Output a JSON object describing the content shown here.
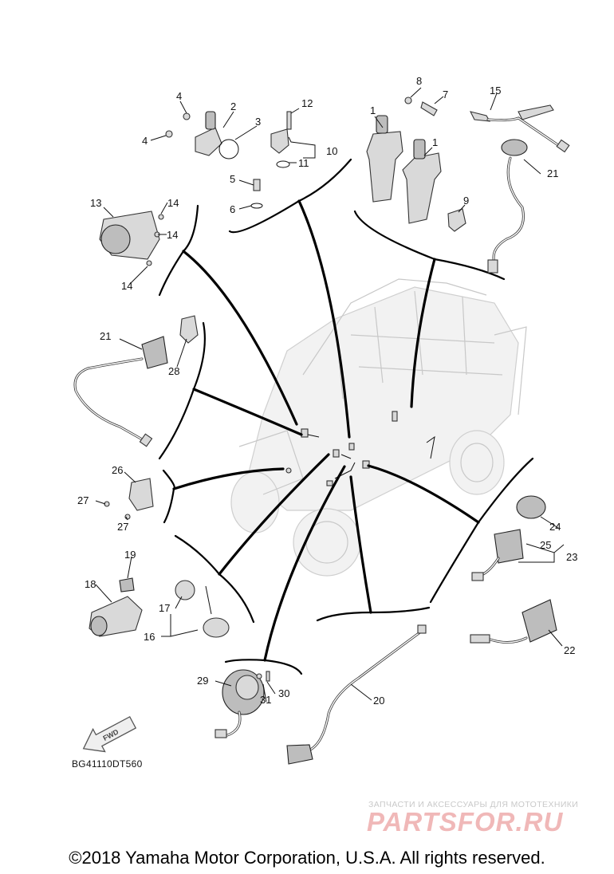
{
  "diagram_code": "BG41110DT560",
  "direction_arrow": "FWD",
  "copyright": "©2018 Yamaha Motor Corporation, U.S.A. All rights reserved.",
  "watermark": {
    "tagline": "ЗАПЧАСТИ И АКСЕССУАРЫ ДЛЯ МОТОТЕХНИКИ",
    "logo": "PARTSFOR.RU"
  },
  "callouts": {
    "c1a": "1",
    "c1b": "1",
    "c2": "2",
    "c3": "3",
    "c4a": "4",
    "c4b": "4",
    "c5": "5",
    "c6": "6",
    "c7": "7",
    "c8": "8",
    "c9": "9",
    "c10": "10",
    "c11": "11",
    "c12": "12",
    "c13": "13",
    "c14a": "14",
    "c14b": "14",
    "c14c": "14",
    "c15": "15",
    "c16": "16",
    "c17": "17",
    "c18": "18",
    "c19": "19",
    "c20": "20",
    "c21a": "21",
    "c21b": "21",
    "c22": "22",
    "c23": "23",
    "c24": "24",
    "c25": "25",
    "c26": "26",
    "c27a": "27",
    "c27b": "27",
    "c28": "28",
    "c29": "29",
    "c30": "30",
    "c31": "31"
  },
  "icons": [
    "vehicle-outline",
    "ignition-coil-icon",
    "sensor-icon",
    "switch-icon",
    "fwd-arrow-icon"
  ]
}
